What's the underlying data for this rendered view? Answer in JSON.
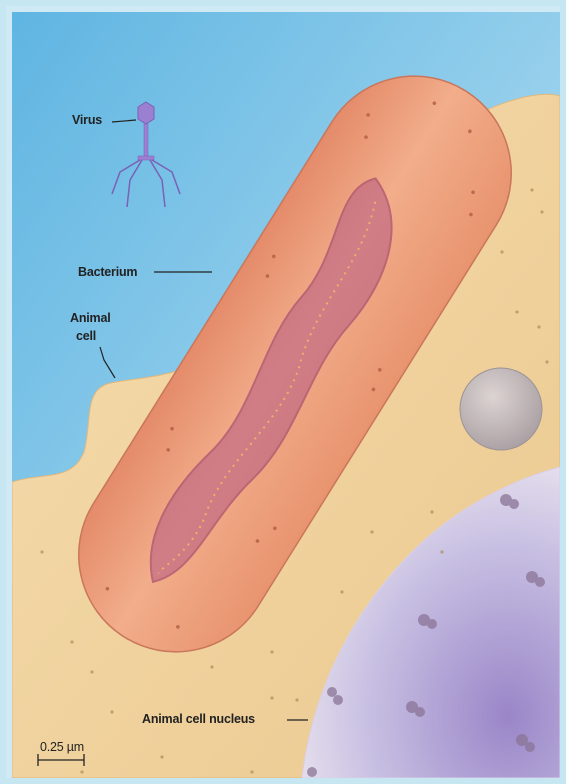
{
  "labels": {
    "virus": "Virus",
    "bacterium": "Bacterium",
    "animal_cell_line1": "Animal",
    "animal_cell_line2": "cell",
    "nucleus": "Animal cell nucleus"
  },
  "scale_bar": {
    "label": "0.25 µm"
  },
  "colors": {
    "sky_top": "#63b8e3",
    "sky_bottom": "#bfe3f3",
    "animal_cell": "#f2d6a6",
    "bacterium": "#e89a78",
    "bacterium_dna": "#b8608a",
    "nucleus": "#c8bde0",
    "virus": "#9b7fd0",
    "vesicle": "#bdb4b6"
  },
  "icons": {
    "virus": "bacteriophage-icon",
    "bacterium": "rod-bacterium-icon",
    "vesicle": "organelle-icon"
  }
}
